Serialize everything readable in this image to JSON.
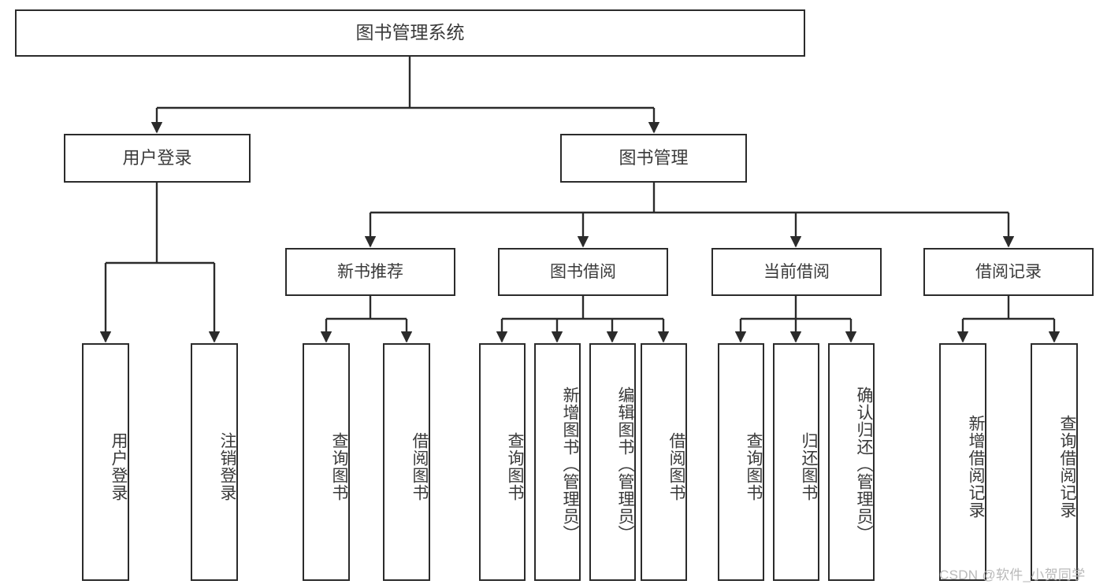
{
  "diagram": {
    "title": "图书管理系统",
    "type": "tree",
    "root": {
      "label": "图书管理系统"
    },
    "level1": [
      {
        "label": "用户登录"
      },
      {
        "label": "图书管理"
      }
    ],
    "level2": [
      {
        "label": "新书推荐",
        "parent": "图书管理"
      },
      {
        "label": "图书借阅",
        "parent": "图书管理"
      },
      {
        "label": "当前借阅",
        "parent": "图书管理"
      },
      {
        "label": "借阅记录",
        "parent": "图书管理"
      }
    ],
    "leaves": {
      "user_login": [
        {
          "label": "用户登录"
        },
        {
          "label": "注销登录"
        }
      ],
      "new_book_recommend": [
        {
          "label": "查询图书"
        },
        {
          "label": "借阅图书"
        }
      ],
      "book_borrow": [
        {
          "label": "查询图书"
        },
        {
          "label": "新增图书（管理员）"
        },
        {
          "label": "编辑图书（管理员）"
        },
        {
          "label": "借阅图书"
        }
      ],
      "current_borrow": [
        {
          "label": "查询图书"
        },
        {
          "label": "归还图书"
        },
        {
          "label": "确认归还（管理员）"
        }
      ],
      "borrow_record": [
        {
          "label": "新增借阅记录"
        },
        {
          "label": "查询借阅记录"
        }
      ]
    }
  },
  "watermark": {
    "text": "CSDN @软件_小贺同学"
  },
  "colors": {
    "border": "#2b2b2b",
    "text": "#3a3a3a",
    "background": "#ffffff",
    "watermark": "#b9b9b9"
  }
}
